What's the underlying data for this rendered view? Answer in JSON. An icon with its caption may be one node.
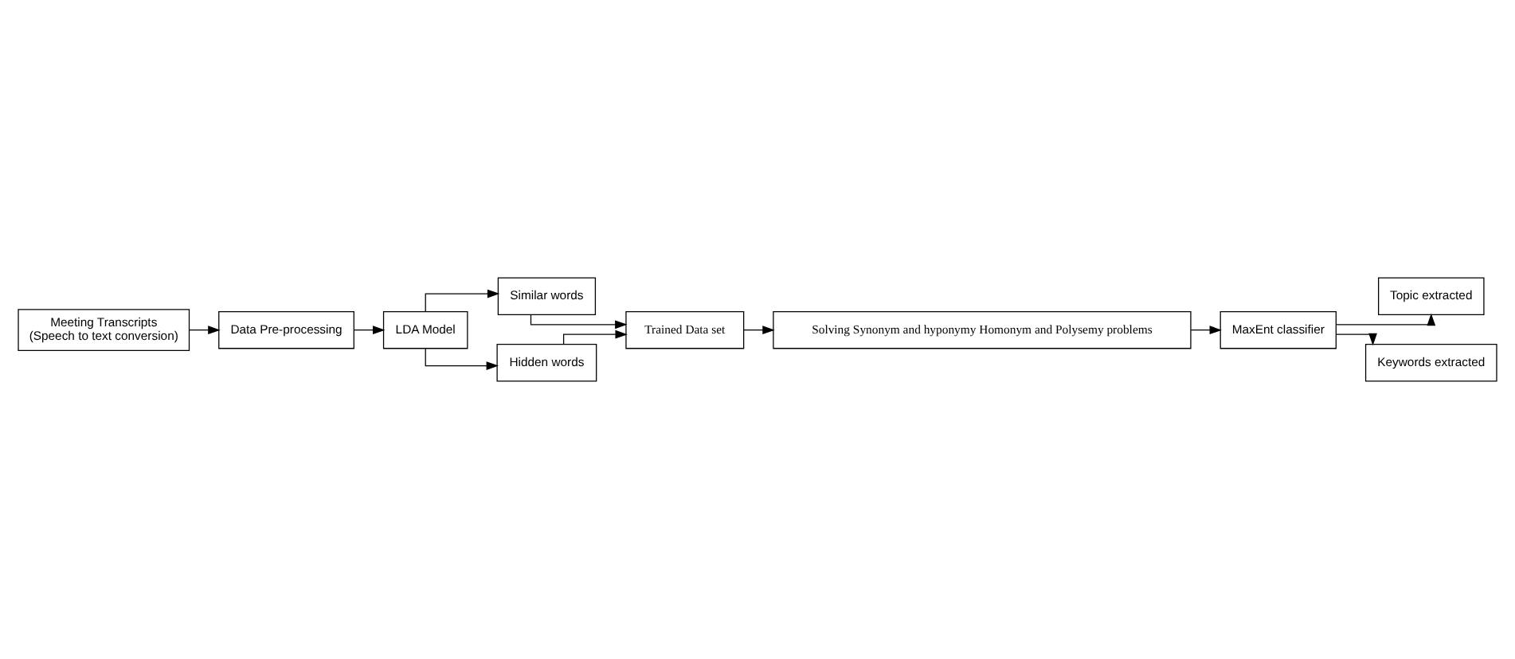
{
  "diagram": {
    "nodes": [
      {
        "text": [
          "Meeting Transcripts",
          "(Speech to text conversion)"
        ]
      },
      {
        "text": [
          "Data Pre-processing"
        ]
      },
      {
        "text": [
          "LDA Model"
        ]
      },
      {
        "text": [
          "Similar words"
        ]
      },
      {
        "text": [
          "Hidden words"
        ]
      },
      {
        "text": [
          "Trained Data set"
        ]
      },
      {
        "text": [
          "Solving Synonym and hyponymy Homonym and Polysemy problems"
        ]
      },
      {
        "text": [
          "MaxEnt classifier"
        ]
      },
      {
        "text": [
          "Topic extracted"
        ]
      },
      {
        "text": [
          "Keywords extracted"
        ]
      }
    ],
    "edges": [
      {
        "from": 0,
        "to": 1,
        "arrow": "to"
      },
      {
        "from": 1,
        "to": 2,
        "arrow": "to"
      },
      {
        "from": 2,
        "to": 3,
        "arrow": "to"
      },
      {
        "from": 2,
        "to": 4,
        "arrow": "to"
      },
      {
        "from": 3,
        "to": 5,
        "arrow": "to"
      },
      {
        "from": 4,
        "to": 5,
        "arrow": "to"
      },
      {
        "from": 5,
        "to": 6,
        "arrow": "to"
      },
      {
        "from": 6,
        "to": 7,
        "arrow": "to"
      },
      {
        "from": 7,
        "to": 8,
        "arrow": "to"
      },
      {
        "from": 7,
        "to": 9,
        "arrow": "to"
      }
    ]
  }
}
